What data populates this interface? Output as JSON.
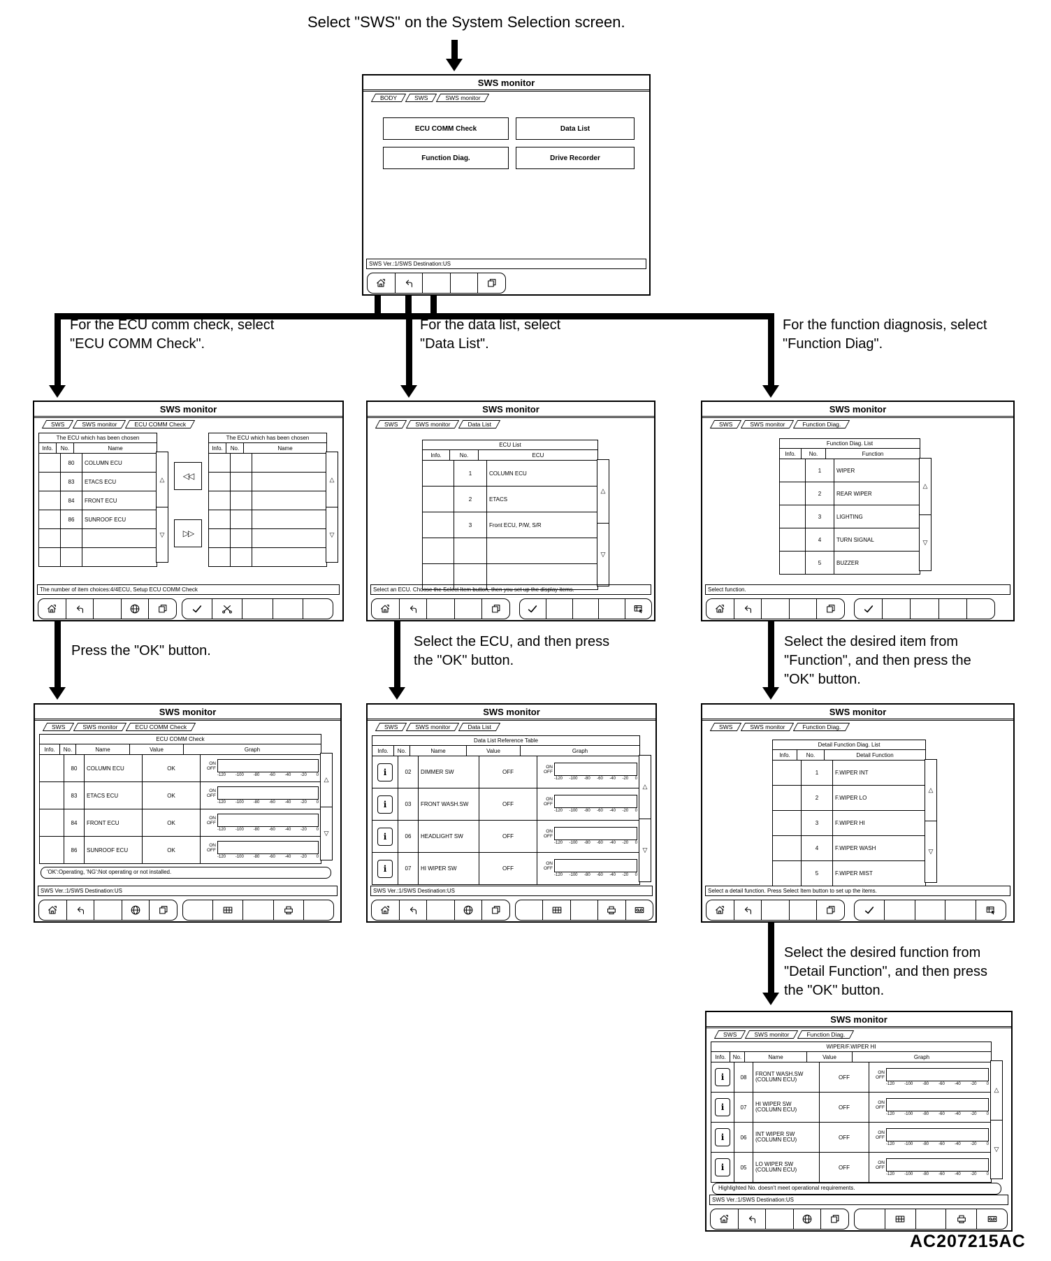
{
  "captions": {
    "select_sws": "Select \"SWS\" on the System Selection screen.",
    "branch_ecu": {
      "l1": "For the ECU comm check, select",
      "l2": "\"ECU COMM Check\"."
    },
    "branch_data": {
      "l1": "For the data list, select",
      "l2": "\"Data List\"."
    },
    "branch_func": {
      "l1": "For the function diagnosis, select",
      "l2": "\"Function Diag\"."
    },
    "ok_ecu": {
      "l1": "Press the \"OK\" button."
    },
    "ok_data": {
      "l1": "Select the ECU, and then press",
      "l2": "the \"OK\" button."
    },
    "ok_func": {
      "l1": "Select the desired item from",
      "l2": "\"Function\", and then press the",
      "l3": "\"OK\" button."
    },
    "ok_detail": {
      "l1": "Select the desired function from",
      "l2": "\"Detail Function\", and then press",
      "l3": "the \"OK\" button."
    },
    "figure_code": "AC207215AC"
  },
  "common": {
    "window_title": "SWS monitor",
    "status_version": "SWS Ver.:1/SWS Destination:US",
    "col_info": "Info.",
    "col_no": "No.",
    "col_name": "Name",
    "col_value": "Value",
    "col_graph": "Graph",
    "on_label": "ON",
    "off_label": "OFF",
    "ticks": [
      "-120",
      "-100",
      "-80",
      "-60",
      "-40",
      "-20",
      "0"
    ],
    "glyph_scroll_up": "△",
    "glyph_scroll_down": "▽",
    "glyph_transfer_left": "◁◁",
    "glyph_transfer_right": "▷▷",
    "glyph_info": "i"
  },
  "selection": {
    "tabs": [
      "BODY",
      "SWS",
      "SWS monitor"
    ],
    "ecu_comm_button": "ECU COMM Check",
    "data_list_button": "Data List",
    "function_diag_button": "Function Diag.",
    "drive_recorder_button": "Drive Recorder"
  },
  "ecu_comm_select": {
    "tabs": [
      "SWS",
      "SWS monitor",
      "ECU COMM Check"
    ],
    "left_table_title": "The ECU which has been chosen",
    "right_table_title": "The ECU which has been chosen",
    "rows": [
      {
        "no": "80",
        "name": "COLUMN ECU"
      },
      {
        "no": "83",
        "name": "ETACS ECU"
      },
      {
        "no": "84",
        "name": "FRONT ECU"
      },
      {
        "no": "86",
        "name": "SUNROOF ECU"
      }
    ],
    "status": "The number of item choices:4/4ECU, Setup ECU COMM Check"
  },
  "data_list_select": {
    "tabs": [
      "SWS",
      "SWS monitor",
      "Data List"
    ],
    "table_title": "ECU List",
    "col_ecu": "ECU",
    "rows": [
      {
        "no": "1",
        "name": "COLUMN ECU"
      },
      {
        "no": "2",
        "name": "ETACS"
      },
      {
        "no": "3",
        "name": "Front ECU, P/W, S/R"
      }
    ],
    "status": "Select an ECU. Choose the Select Item button, then you set up the display items."
  },
  "function_diag_select": {
    "tabs": [
      "SWS",
      "SWS monitor",
      "Function Diag."
    ],
    "table_title": "Function Diag. List",
    "col_function": "Function",
    "rows": [
      {
        "no": "1",
        "name": "WIPER"
      },
      {
        "no": "2",
        "name": "REAR WIPER"
      },
      {
        "no": "3",
        "name": "LIGHTING"
      },
      {
        "no": "4",
        "name": "TURN SIGNAL"
      },
      {
        "no": "5",
        "name": "BUZZER"
      }
    ],
    "status": "Select function."
  },
  "ecu_comm_result": {
    "tabs": [
      "SWS",
      "SWS monitor",
      "ECU COMM Check"
    ],
    "table_title": "ECU COMM Check",
    "rows": [
      {
        "no": "80",
        "name": "COLUMN ECU",
        "value": "OK"
      },
      {
        "no": "83",
        "name": "ETACS ECU",
        "value": "OK"
      },
      {
        "no": "84",
        "name": "FRONT ECU",
        "value": "OK"
      },
      {
        "no": "86",
        "name": "SUNROOF ECU",
        "value": "OK"
      }
    ],
    "note": "'OK':Operating, 'NG':Not operating or not installed."
  },
  "data_list_result": {
    "tabs": [
      "SWS",
      "SWS monitor",
      "Data List"
    ],
    "table_title": "Data List Reference Table",
    "rows": [
      {
        "no": "02",
        "name": "DIMMER SW",
        "value": "OFF"
      },
      {
        "no": "03",
        "name": "FRONT WASH.SW",
        "value": "OFF"
      },
      {
        "no": "06",
        "name": "HEADLIGHT SW",
        "value": "OFF"
      },
      {
        "no": "07",
        "name": "HI WIPER SW",
        "value": "OFF"
      }
    ]
  },
  "detail_function_select": {
    "tabs": [
      "SWS",
      "SWS monitor",
      "Function Diag."
    ],
    "table_title": "Detail Function Diag. List",
    "col_detail_function": "Detail Function",
    "rows": [
      {
        "no": "1",
        "name": "F.WIPER INT"
      },
      {
        "no": "2",
        "name": "F.WIPER LO"
      },
      {
        "no": "3",
        "name": "F.WIPER HI"
      },
      {
        "no": "4",
        "name": "F.WIPER WASH"
      },
      {
        "no": "5",
        "name": "F.WIPER MIST"
      }
    ],
    "status": "Select a detail function. Press Select Item button to set up the items."
  },
  "function_result": {
    "tabs": [
      "SWS",
      "SWS monitor",
      "Function Diag."
    ],
    "table_title": "WIPER/F.WIPER HI",
    "rows": [
      {
        "no": "08",
        "name": "FRONT WASH.SW",
        "sub": "(COLUMN ECU)",
        "value": "OFF"
      },
      {
        "no": "07",
        "name": "HI WIPER SW",
        "sub": "(COLUMN ECU)",
        "value": "OFF"
      },
      {
        "no": "06",
        "name": "INT WIPER SW",
        "sub": "(COLUMN ECU)",
        "value": "OFF"
      },
      {
        "no": "05",
        "name": "LO WIPER SW",
        "sub": "(COLUMN ECU)",
        "value": "OFF"
      }
    ],
    "note": "Highlighted No. doesn't meet operational requirements."
  }
}
